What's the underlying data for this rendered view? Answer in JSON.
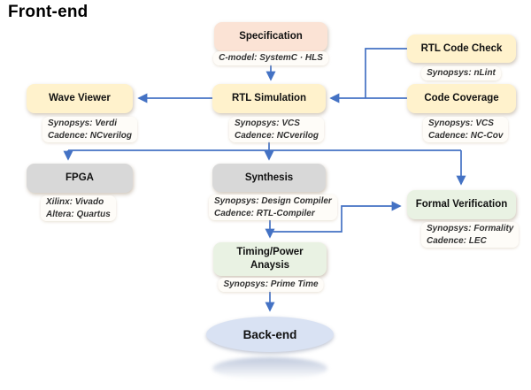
{
  "title": "Front-end",
  "colors": {
    "arrow": "#4472c4",
    "specification_fill": "#fbe3d5",
    "yellow_fill": "#fff2cc",
    "gray_fill": "#d8d8d8",
    "green_fill": "#e9f2e3",
    "backend_ellipse_fill": "#d9e2f3"
  },
  "nodes": {
    "specification": {
      "label": "Specification",
      "tools": [
        "C-model: SystemC · HLS"
      ]
    },
    "rtl_code_check": {
      "label": "RTL Code Check",
      "tools": [
        "Synopsys: nLint"
      ]
    },
    "wave_viewer": {
      "label": "Wave Viewer",
      "tools": [
        "Synopsys: Verdi",
        "Cadence: NCverilog"
      ]
    },
    "rtl_simulation": {
      "label": "RTL Simulation",
      "tools": [
        "Synopsys: VCS",
        "Cadence: NCverilog"
      ]
    },
    "code_coverage": {
      "label": "Code Coverage",
      "tools": [
        "Synopsys: VCS",
        "Cadence: NC-Cov"
      ]
    },
    "fpga": {
      "label": "FPGA",
      "tools": [
        "Xilinx: Vivado",
        "Altera: Quartus"
      ]
    },
    "synthesis": {
      "label": "Synthesis",
      "tools": [
        "Synopsys: Design Compiler",
        "Cadence: RTL-Compiler"
      ]
    },
    "formal_verification": {
      "label": "Formal Verification",
      "tools": [
        "Synopsys: Formality",
        "Cadence: LEC"
      ]
    },
    "timing_power": {
      "label": "Timing/Power Anaysis",
      "tools": [
        "Synopsys: Prime Time"
      ]
    },
    "back_end": {
      "label": "Back-end"
    }
  }
}
